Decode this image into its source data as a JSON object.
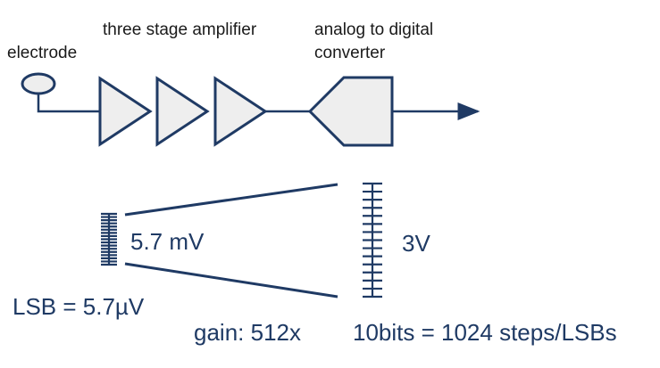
{
  "labels": {
    "electrode": "electrode",
    "amplifier": "three stage amplifier",
    "adc_line1": "analog to digital",
    "adc_line2": "converter",
    "input_range": "5.7 mV",
    "output_range": "3V",
    "lsb": "LSB = 5.7µV",
    "gain": "gain: 512x",
    "bits": "10bits = 1024 steps/LSBs"
  },
  "colors": {
    "stroke": "#1f3a64",
    "fill": "#eeeeee"
  }
}
